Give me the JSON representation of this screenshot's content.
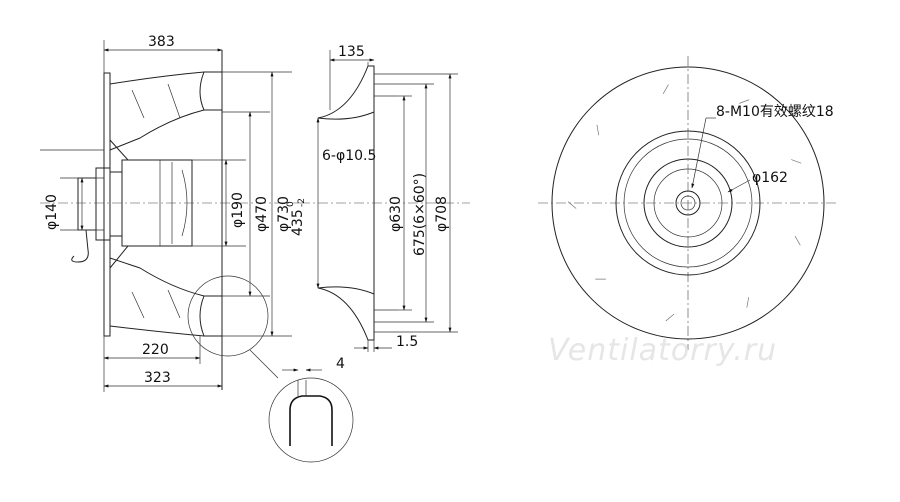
{
  "side_view": {
    "dims": {
      "width_383": "383",
      "width_220": "220",
      "width_323": "323",
      "dia_140": "φ140",
      "dia_190": "φ190",
      "dia_470": "φ470",
      "dia_730": "φ730"
    },
    "detail": {
      "dim_4": "4"
    }
  },
  "section_view": {
    "dims": {
      "width_135": "135",
      "holes": "6-φ10.5",
      "h_435": "435",
      "h_435_tol_upper": "0",
      "h_435_tol_lower": "-2",
      "dia_630": "φ630",
      "pcd_675": "675(6×60°)",
      "dia_708": "φ708",
      "thick_1_5": "1.5"
    }
  },
  "front_view": {
    "dims": {
      "thread": "8-M10有效螺纹18",
      "dia_162": "φ162"
    }
  },
  "watermark": "Ventilatorry.ru"
}
